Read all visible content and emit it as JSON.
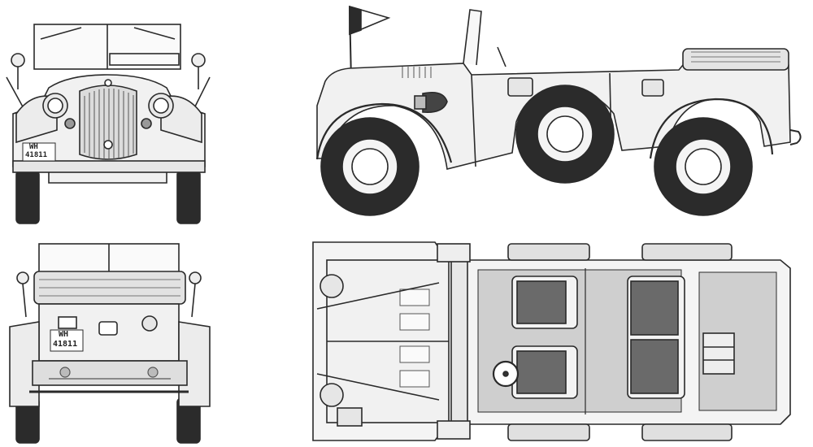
{
  "blueprint": {
    "views": [
      "front",
      "side",
      "rear",
      "top"
    ],
    "front_plate": {
      "line1": "WH",
      "line2": "41811"
    },
    "rear_plate": {
      "line1": "WH",
      "line2": "41811"
    },
    "colors": {
      "line": "#2a2a2a",
      "tire": "#2b2b2b",
      "body": "#f1f1f1",
      "seat": "#6a6a6a",
      "hatch": "#c4c4c4",
      "paper": "#ffffff"
    }
  }
}
